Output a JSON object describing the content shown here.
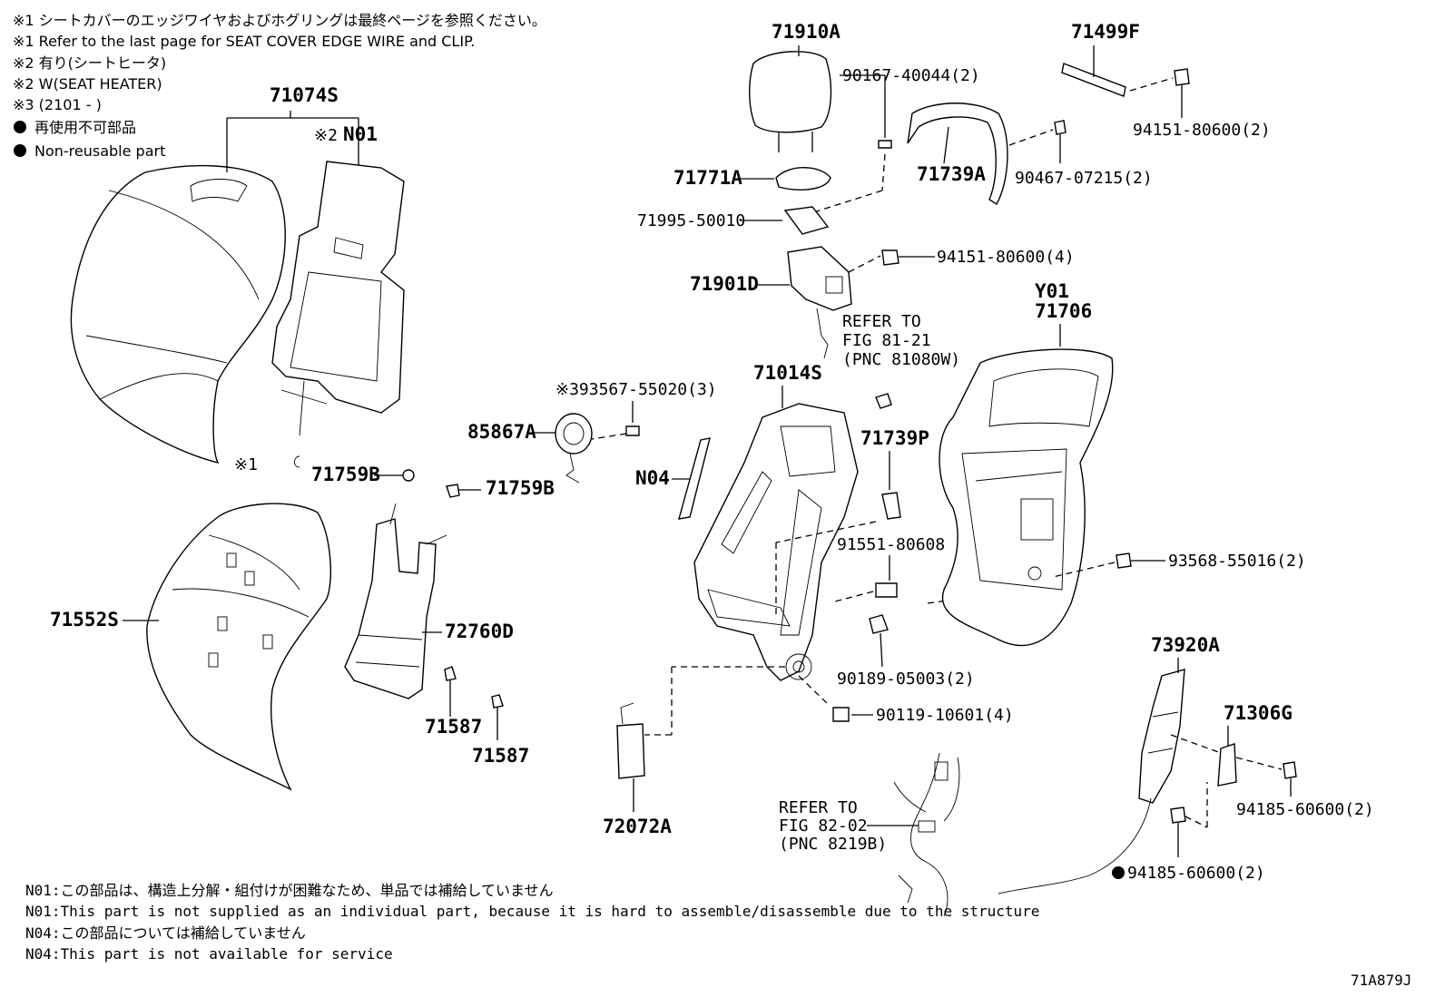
{
  "notes": [
    "※1 シートカバーのエッジワイヤおよびホグリングは最終ページを参照ください。",
    "※1  Refer to the last page for SEAT COVER EDGE WIRE and CLIP.",
    "※2  有り(シートヒータ)",
    "※2  W(SEAT HEATER)",
    "※3  (2101 -     )",
    "再使用不可部品",
    "Non-reusable part"
  ],
  "labels": {
    "p71910A": "71910A",
    "p71499F": "71499F",
    "p90167": "90167-40044(2)",
    "p71074S": "71074S",
    "pN01": "N01",
    "mark2": "※2",
    "p94151a": "94151-80600(2)",
    "p71771A": "71771A",
    "p71739A": "71739A",
    "p90467": "90467-07215(2)",
    "p71995": "71995-50010",
    "p94151b": "94151-80600(4)",
    "p71901D": "71901D",
    "refer1_a": "REFER TO",
    "refer1_b": "FIG 81-21",
    "refer1_c": "(PNC 81080W)",
    "pY01": "Y01",
    "p71706": "71706",
    "p71014S": "71014S",
    "p93567": "※393567-55020(3)",
    "p85867A": "85867A",
    "p71739P": "71739P",
    "mark1": "※1",
    "p71759B_a": "71759B",
    "p71759B_b": "71759B",
    "pN04": "N04",
    "p91551": "91551-80608",
    "p93568": "93568-55016(2)",
    "p71552S": "71552S",
    "p72760D": "72760D",
    "p90189": "90189-05003(2)",
    "p73920A": "73920A",
    "p71587_a": "71587",
    "p71587_b": "71587",
    "p90119": "90119-10601(4)",
    "p71306G": "71306G",
    "refer2_a": "REFER TO",
    "refer2_b": "FIG 82-02",
    "refer2_c": "(PNC 8219B)",
    "p72072A": "72072A",
    "p94185a": "94185-60600(2)",
    "p94185b": "94185-60600(2)"
  },
  "footnotes": [
    "N01:この部品は、構造上分解・組付けが困難なため、単品では補給していません",
    "N01:This part is not supplied as an individual part, because it is hard to assemble/disassemble due to the structure",
    "N04:この部品については補給していません",
    "N04:This part is not available for service"
  ],
  "figure_code": "71A879J"
}
